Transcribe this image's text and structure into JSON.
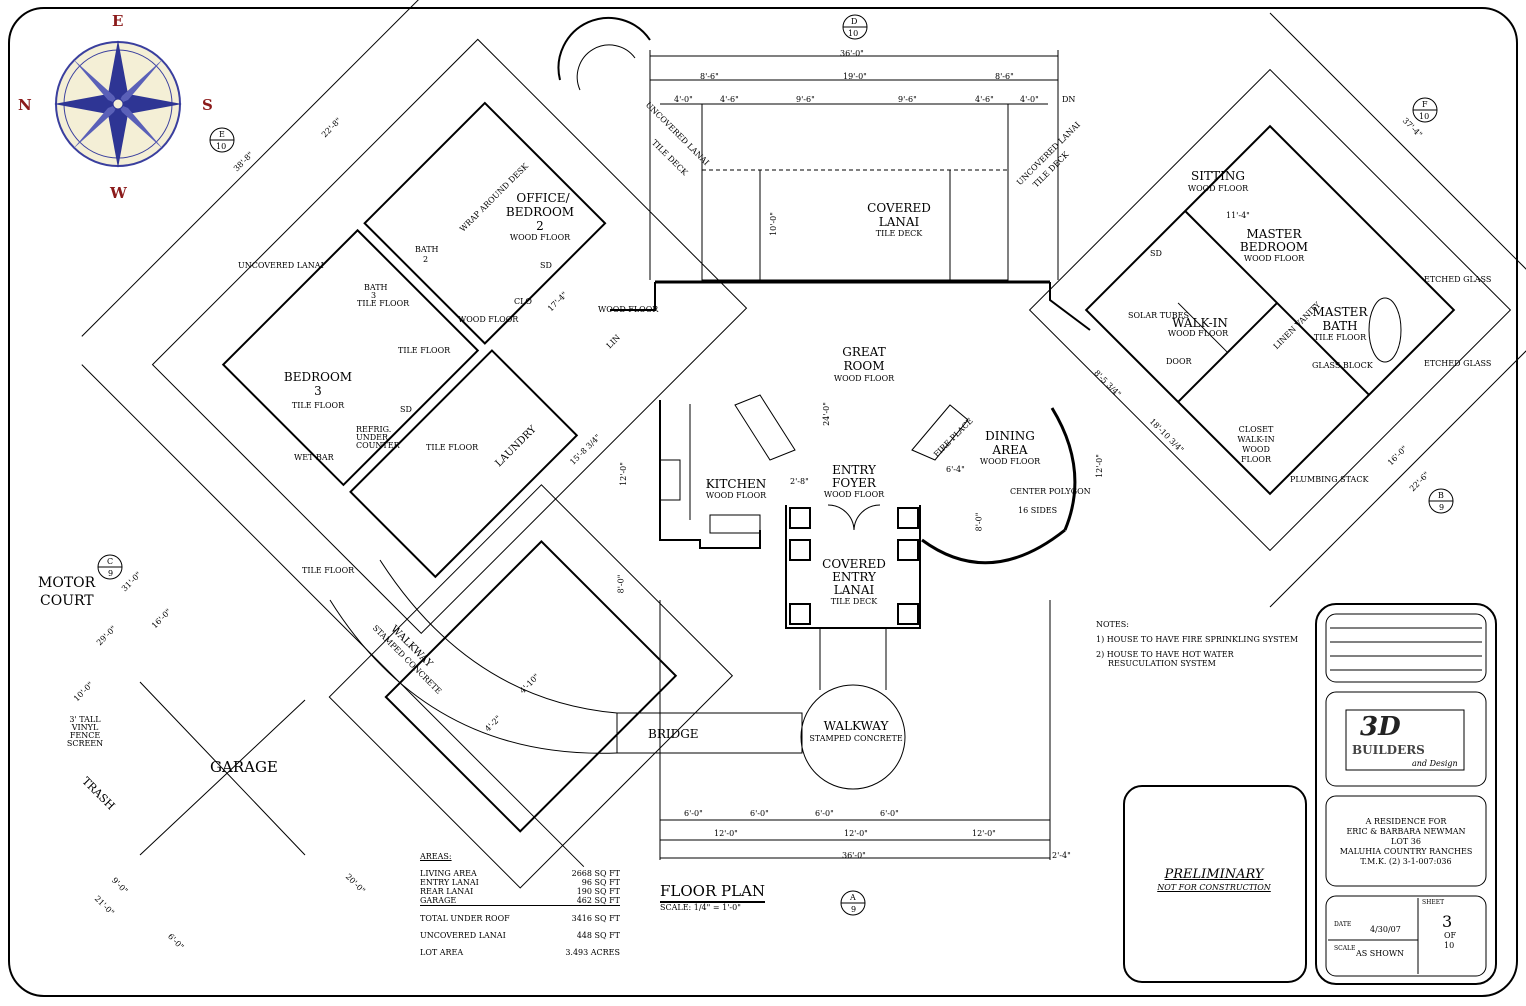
{
  "rooms": {
    "office_title": "OFFICE/",
    "office_title2": "BEDROOM",
    "office_num": "2",
    "office_floor": "WOOD FLOOR",
    "wrap_desk": "WRAP AROUND DESK",
    "covered_lanai": "COVERED",
    "covered_lanai2": "LANAI",
    "covered_lanai_floor": "TILE DECK",
    "uncovered_lanai_left": "UNCOVERED LANAI",
    "uncovered_lanai_top_left": "UNCOVERED LANAI",
    "uncovered_lanai_top_left_floor": "TILE DECK",
    "uncovered_lanai_top_right": "UNCOVERED LANAI",
    "uncovered_lanai_top_right_floor": "TILE DECK",
    "sitting": "SITTING",
    "sitting_floor": "WOOD FLOOR",
    "master_bedroom": "MASTER",
    "master_bedroom2": "BEDROOM",
    "master_bedroom_floor": "WOOD FLOOR",
    "bath2": "BATH",
    "bath2_num": "2",
    "bath3": "BATH",
    "bath3_num": "3",
    "bath3_floor": "TILE FLOOR",
    "bedroom3": "BEDROOM",
    "bedroom3_num": "3",
    "bedroom3_floor": "TILE FLOOR",
    "great_room": "GREAT",
    "great_room2": "ROOM",
    "great_room_floor": "WOOD FLOOR",
    "walkin": "WALK-IN",
    "walkin_floor": "WOOD FLOOR",
    "solar_tubes": "SOLAR TUBES",
    "master_bath": "MASTER",
    "master_bath2": "BATH",
    "master_bath_floor": "TILE FLOOR",
    "glass_block": "GLASS BLOCK",
    "etched_glass": "ETCHED GLASS",
    "linen": "LINEN VANITY",
    "door": "DOOR",
    "closet_walkin": "CLOSET",
    "closet_walkin2": "WALK-IN",
    "closet_walkin3": "WOOD",
    "closet_walkin4": "FLOOR",
    "plumbing_stack": "PLUMBING STACK",
    "kitchen": "KITCHEN",
    "kitchen_floor": "WOOD FLOOR",
    "entry_foyer": "ENTRY",
    "entry_foyer2": "FOYER",
    "entry_foyer_floor": "WOOD FLOOR",
    "fire_place": "FIRE PLACE",
    "dining": "DINING",
    "dining2": "AREA",
    "dining_floor": "WOOD FLOOR",
    "center_polygon": "CENTER POLYGON",
    "sides": "16 SIDES",
    "laundry": "LAUNDRY",
    "lin": "LIN",
    "wet_bar": "WET BAR",
    "refrig": "REFRIG. UNDER COUNTER",
    "tile_floor": "TILE FLOOR",
    "wood_floor": "WOOD FLOOR",
    "covered_entry": "COVERED",
    "covered_entry2": "ENTRY",
    "covered_entry3": "LANAI",
    "covered_entry_floor": "TILE DECK",
    "motor_court": "MOTOR",
    "motor_court2": "COURT",
    "walkway_left": "WALKWAY",
    "walkway_left_floor": "STAMPED CONCRETE",
    "bridge": "BRIDGE",
    "walkway_right": "WALKWAY",
    "walkway_right_floor": "STAMPED CONCRETE",
    "garage": "GARAGE",
    "trash": "TRASH",
    "fence": "3' TALL VINYL FENCE SCREEN",
    "clo": "CLO",
    "dn": "DN",
    "sd": "SD"
  },
  "compass": {
    "n": "N",
    "e": "E",
    "s": "S",
    "w": "W"
  },
  "dims": {
    "top_total": "36'-0\"",
    "top_a": "8'-6\"",
    "top_b": "19'-0\"",
    "top_c": "8'-6\"",
    "top_d1": "4'-0\"",
    "top_d2": "4'-6\"",
    "top_d3": "9'-6\"",
    "top_d4": "9'-6\"",
    "top_d5": "4'-6\"",
    "top_d6": "4'-0\"",
    "bot_a": "6'-0\"",
    "bot_b": "6'-0\"",
    "bot_c": "6'-0\"",
    "bot_d": "6'-0\"",
    "bot_e": "12'-0\"",
    "bot_f": "12'-0\"",
    "bot_g": "12'-0\"",
    "bot_total": "36'-0\"",
    "bot_right": "2'-4\"",
    "gr_v": "24'-0\"",
    "lanai_v": "10'-0\"",
    "k_v1": "12'-0\"",
    "k_v2": "8'-0\"",
    "d_12": "12'-0\"",
    "d_8": "8'-0\"",
    "fire_w": "6'-4\"",
    "d_2_8": "2'-8\"",
    "left_38": "38'-8\"",
    "left_22": "22'-8\"",
    "left_31": "31'-0\"",
    "left_29": "29'-0\"",
    "left_16": "16'-0\"",
    "left_10": "10'-0\"",
    "right_37": "37'-4\"",
    "right_22": "22'-6\"",
    "right_18": "18'-10 3/4\"",
    "mid_15": "15'-8 3/4\"",
    "mid_17": "17'-4\"",
    "right_16": "16'-0\"",
    "right_12": "12'-0\"",
    "g_21": "21'-0\"",
    "g_20": "20'-0\"",
    "g_6": "6'-0\"",
    "g_9": "9'-0\"",
    "walk_4_10": "4'-10\"",
    "walk_4_2": "4'-2\"",
    "w_8_5": "8'-5 3/4\"",
    "w_11_4": "11'-4\""
  },
  "sections": {
    "d_top": "D",
    "d_top_sheet": "10",
    "f_right": "F",
    "f_right_sheet": "10",
    "e_left": "E",
    "e_left_sheet": "10",
    "b_right": "B",
    "b_right_sheet": "9",
    "c_left": "C",
    "c_left_sheet": "9",
    "a_bot": "A",
    "a_bot_sheet": "9"
  },
  "notes": {
    "header": "NOTES:",
    "n1": "1) HOUSE TO HAVE FIRE SPRINKLING SYSTEM",
    "n2a": "2) HOUSE TO HAVE HOT WATER",
    "n2b": "RESUCULATION SYSTEM"
  },
  "areas": {
    "header": "AREAS:",
    "rows": [
      {
        "label": "LIVING AREA",
        "value": "2668 SQ FT"
      },
      {
        "label": "ENTRY LANAI",
        "value": "96 SQ FT"
      },
      {
        "label": "REAR LANAI",
        "value": "190 SQ FT"
      },
      {
        "label": "GARAGE",
        "value": "462 SQ FT"
      }
    ],
    "total_label": "TOTAL UNDER ROOF",
    "total_value": "3416 SQ FT",
    "uncovered_label": "UNCOVERED LANAI",
    "uncovered_value": "448 SQ FT",
    "lot_label": "LOT AREA",
    "lot_value": "3.493 ACRES"
  },
  "plan_title": {
    "title": "FLOOR PLAN",
    "scale": "SCALE: 1/4\" = 1'-0\""
  },
  "title_block": {
    "logo_main": "3D",
    "logo_sub": "BUILDERS",
    "logo_tag": "and Design",
    "res1": "A RESIDENCE FOR",
    "res2": "ERIC & BARBARA NEWMAN",
    "res3": "LOT 36",
    "res4": "MALUHIA COUNTRY RANCHES",
    "res5": "T.M.K. (2) 3-1-007:036",
    "prelim": "PRELIMINARY",
    "prelim_sub": "NOT FOR CONSTRUCTION",
    "date_label": "DATE",
    "date_value": "4/30/07",
    "scale_label": "SCALE",
    "scale_value": "AS SHOWN",
    "sheet_label": "SHEET",
    "sheet_num": "3",
    "sheet_of": "OF",
    "sheet_total": "10"
  },
  "colors": {
    "line": "#000000",
    "accent_blue": "#3a3f9e",
    "compass_bg": "#f4efd6",
    "compass_red": "#8b1a1a",
    "guide": "#6a6fb0"
  }
}
